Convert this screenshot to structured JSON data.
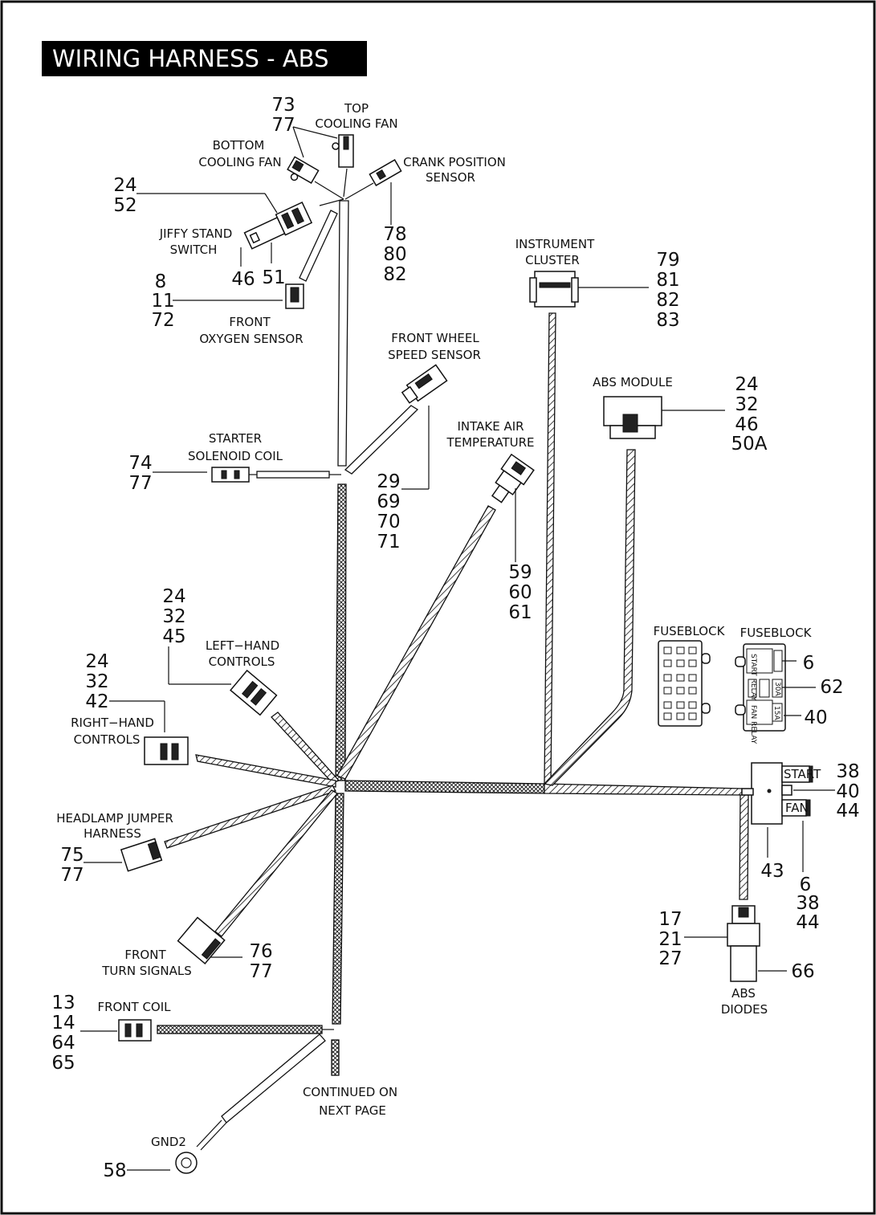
{
  "title": "WIRING HARNESS - ABS",
  "footer": {
    "line1": "CONTINUED ON",
    "line2": "NEXT PAGE"
  },
  "components": {
    "top_cooling_fan": {
      "line1": "TOP",
      "line2": "COOLING FAN"
    },
    "bottom_cooling_fan": {
      "line1": "BOTTOM",
      "line2": "COOLING FAN"
    },
    "crank_position_sensor": {
      "line1": "CRANK POSITION",
      "line2": "SENSOR"
    },
    "jiffy_stand_switch": {
      "line1": "JIFFY STAND",
      "line2": "SWITCH"
    },
    "front_oxygen_sensor": {
      "line1": "FRONT",
      "line2": "OXYGEN SENSOR"
    },
    "instrument_cluster": {
      "line1": "INSTRUMENT",
      "line2": "CLUSTER"
    },
    "front_wheel_speed_sensor": {
      "line1": "FRONT WHEEL",
      "line2": "SPEED SENSOR"
    },
    "abs_module": {
      "line1": "ABS MODULE"
    },
    "starter_solenoid_coil": {
      "line1": "STARTER",
      "line2": "SOLENOID COIL"
    },
    "intake_air_temperature": {
      "line1": "INTAKE AIR",
      "line2": "TEMPERATURE"
    },
    "left_hand_controls": {
      "line1": "LEFT−HAND",
      "line2": "CONTROLS"
    },
    "right_hand_controls": {
      "line1": "RIGHT−HAND",
      "line2": "CONTROLS"
    },
    "fuseblock_1": {
      "line1": "FUSEBLOCK"
    },
    "fuseblock_2": {
      "line1": "FUSEBLOCK"
    },
    "headlamp_jumper_harness": {
      "line1": "HEADLAMP JUMPER",
      "line2": "HARNESS"
    },
    "front_turn_signals": {
      "line1": "FRONT",
      "line2": "TURN SIGNALS"
    },
    "front_coil": {
      "line1": "FRONT COIL"
    },
    "abs_diodes": {
      "line1": "ABS",
      "line2": "DIODES"
    },
    "gnd2": {
      "line1": "GND2"
    }
  },
  "relay_labels": {
    "start": "START",
    "fan": "FAN",
    "start_relay": "START RELAY",
    "fan_relay": "FAN RELAY",
    "fuse_a": "30A",
    "fuse_b": "15A"
  },
  "callouts": {
    "cooling_fans": [
      "73",
      "77"
    ],
    "jiffy_upper": [
      "24",
      "52"
    ],
    "jiffy_46": "46",
    "jiffy_51": "51",
    "oxygen": [
      "8",
      "11",
      "72"
    ],
    "crank": [
      "78",
      "80",
      "82"
    ],
    "instrument": [
      "79",
      "81",
      "82",
      "83"
    ],
    "abs_module": [
      "24",
      "32",
      "46",
      "50A"
    ],
    "starter": [
      "74",
      "77"
    ],
    "wheel_speed": [
      "29",
      "69",
      "70",
      "71"
    ],
    "intake_air": [
      "59",
      "60",
      "61"
    ],
    "left_hand": [
      "24",
      "32",
      "45"
    ],
    "right_hand": [
      "24",
      "32",
      "42"
    ],
    "fuse_6": "6",
    "fuse_62": "62",
    "fuse_40": "40",
    "relay_right": [
      "38",
      "40",
      "44"
    ],
    "relay_43": "43",
    "relay_below": [
      "6",
      "38",
      "44"
    ],
    "headlamp": [
      "75",
      "77"
    ],
    "turn_signals": [
      "76",
      "77"
    ],
    "diodes_left": [
      "17",
      "21",
      "27"
    ],
    "diodes_66": "66",
    "front_coil": [
      "13",
      "14",
      "64",
      "65"
    ],
    "gnd": "58"
  }
}
